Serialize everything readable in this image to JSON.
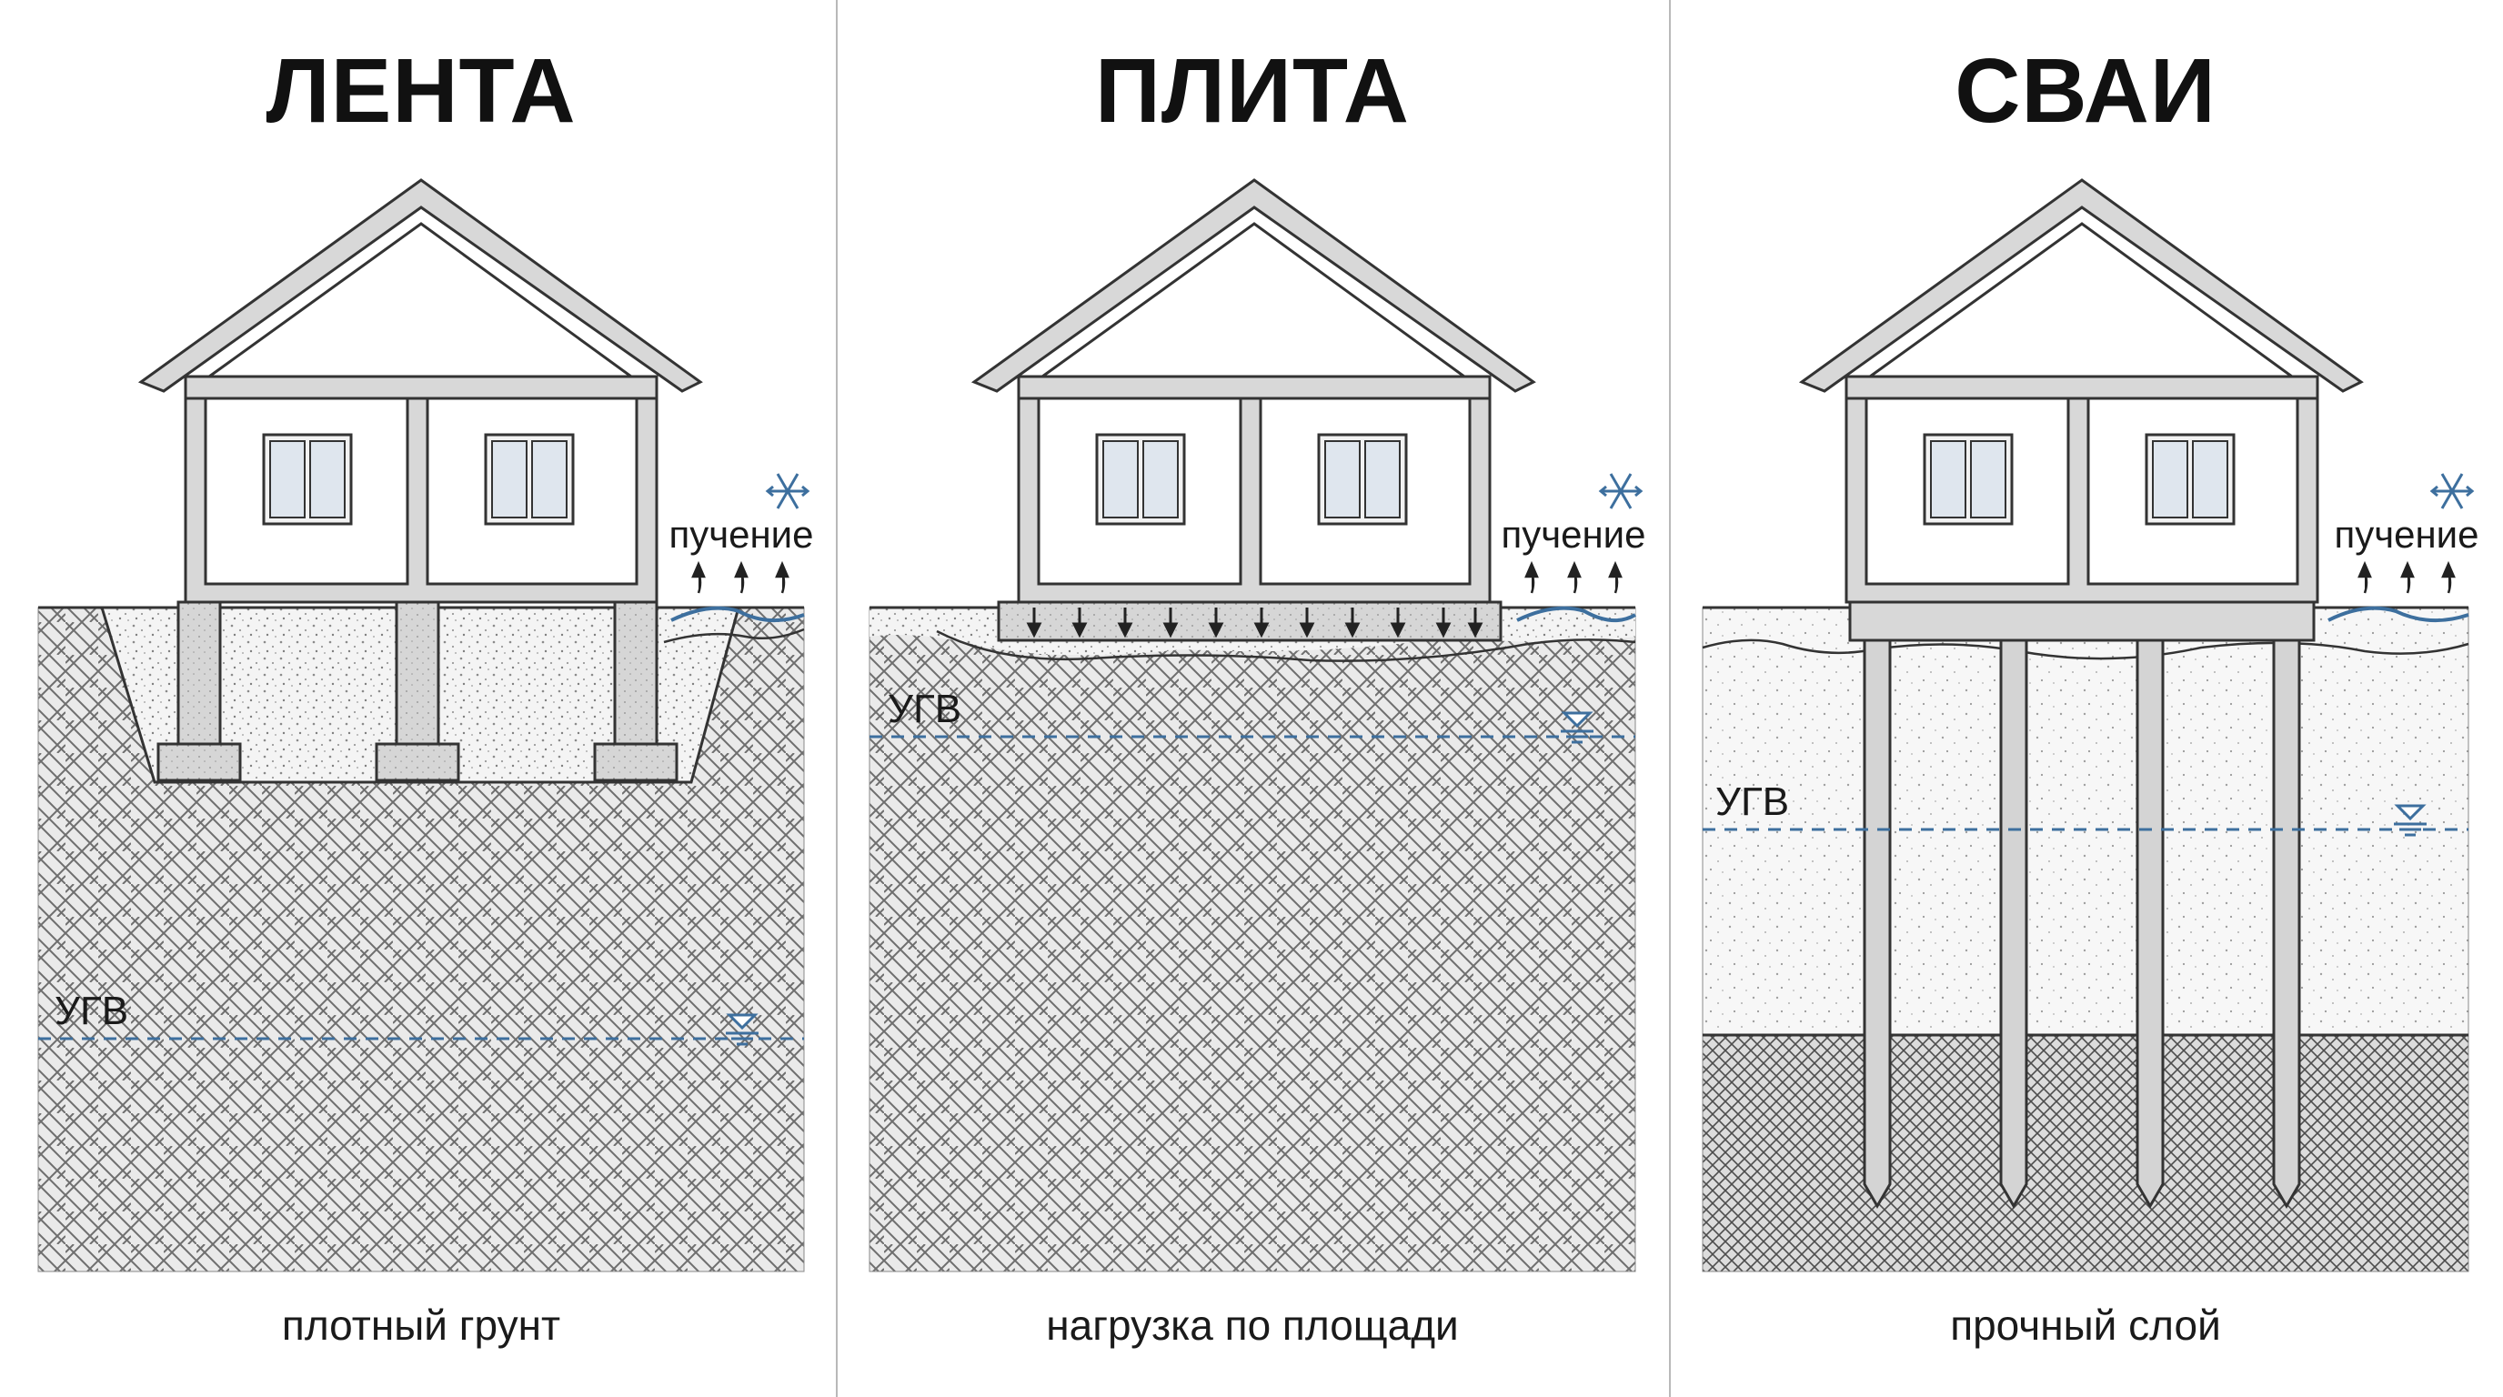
{
  "panels": [
    {
      "title": "ЛЕНТА",
      "caption": "плотный грунт",
      "frost_label": "пучение",
      "water_label": "УГВ"
    },
    {
      "title": "ПЛИТА",
      "caption": "нагрузка по площади",
      "frost_label": "пучение",
      "water_label": "УГВ"
    },
    {
      "title": "СВАИ",
      "caption": "прочный слой",
      "frost_label": "пучение",
      "water_label": "УГВ"
    }
  ],
  "colors": {
    "water": "#3d6f9e",
    "frost_icon": "#3d6f9e",
    "structure_fill": "#d8d8d8",
    "outline": "#2a2a2a"
  },
  "icons": {
    "frost": "snowflake-icon",
    "water_level": "water-level-icon",
    "load": "down-arrow-icon",
    "heave": "up-arrow-icon"
  }
}
